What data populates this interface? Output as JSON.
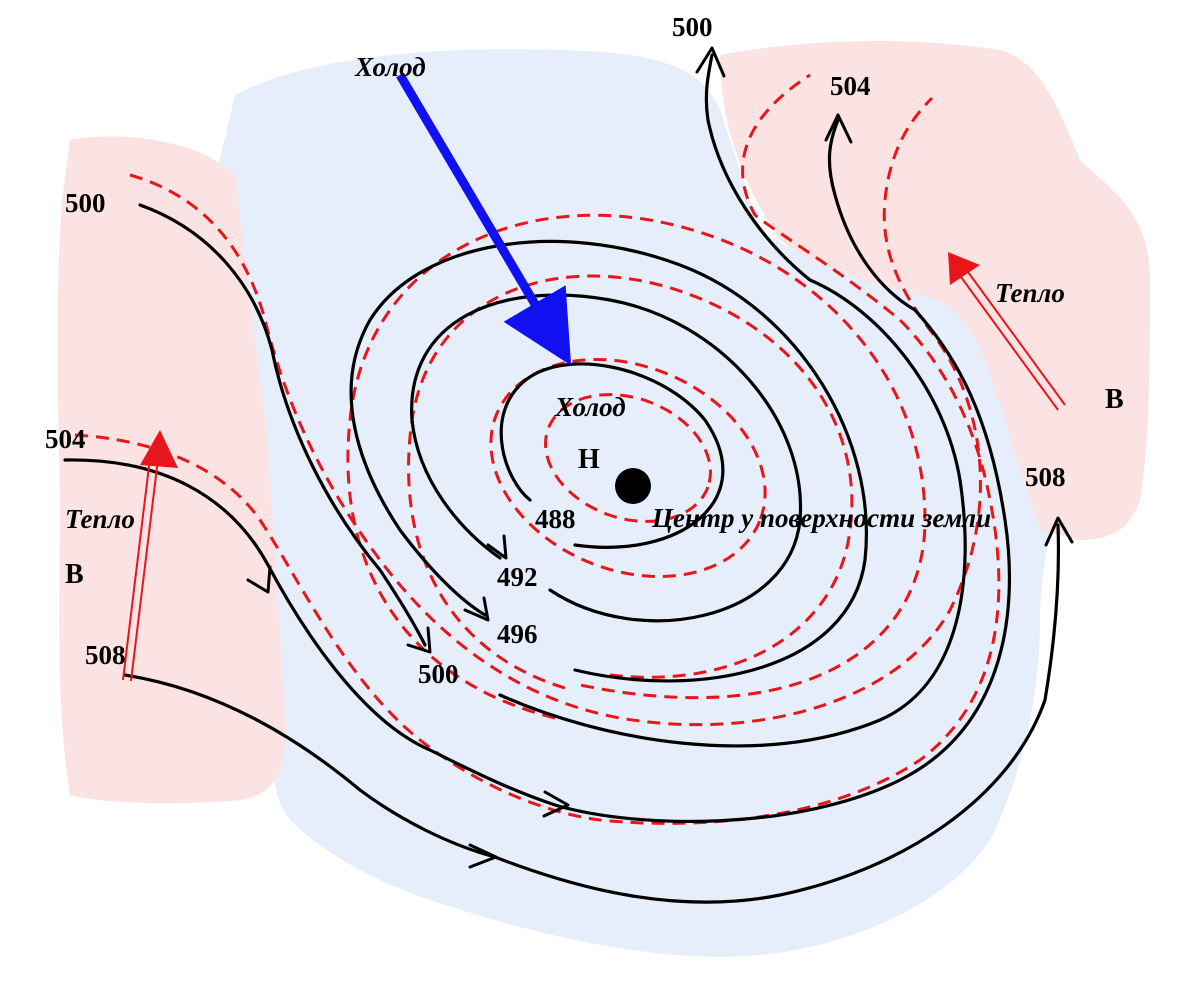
{
  "labels": {
    "cold_top": "Холод",
    "cold_center": "Холод",
    "warm_left": "Тепло",
    "warm_right": "Тепло",
    "high_left": "В",
    "high_right": "В",
    "low_center": "Н",
    "surface_center": "Центр у поверхности земли"
  },
  "contours": {
    "c488": "488",
    "c492": "492",
    "c496": "496",
    "c500_mid": "500",
    "c500_left": "500",
    "c500_top": "500",
    "c504_left": "504",
    "c504_right": "504",
    "c508_left": "508",
    "c508_right": "508"
  },
  "colors": {
    "warm_region": "#fbe3e3",
    "cold_region": "#e7eefb",
    "isohypse": "#000000",
    "isotherm": "#e8161a",
    "cold_arrow": "#1010f0",
    "warm_arrow": "#e8161a"
  }
}
